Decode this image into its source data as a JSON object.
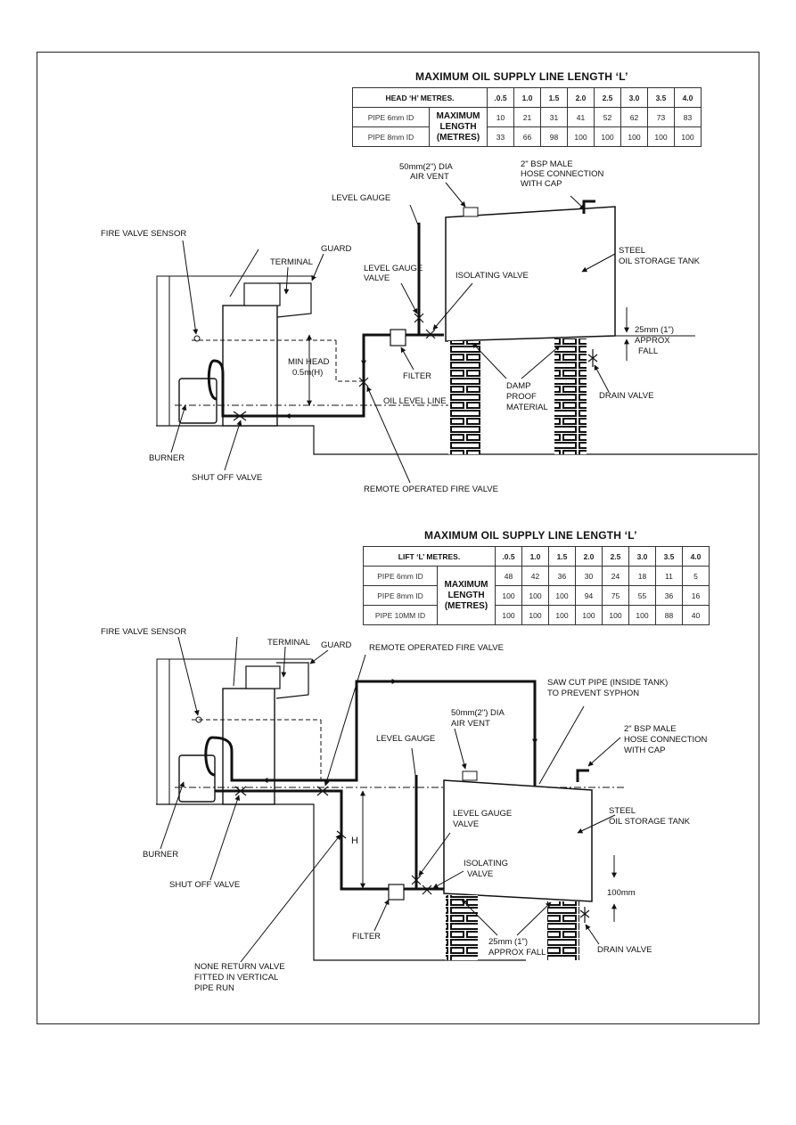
{
  "top": {
    "title": "MAXIMUM OIL SUPPLY LINE LENGTH  ‘L’",
    "table": {
      "header": "HEAD ‘H’ METRES.",
      "cols": [
        ".0.5",
        "1.0",
        "1.5",
        "2.0",
        "2.5",
        "3.0",
        "3.5",
        "4.0"
      ],
      "merged": [
        "MAXIMUM",
        "LENGTH",
        "(METRES)"
      ],
      "rows": [
        {
          "label": "PIPE 6mm ID",
          "values": [
            "10",
            "21",
            "31",
            "41",
            "52",
            "62",
            "73",
            "83"
          ]
        },
        {
          "label": "PIPE 8mm ID",
          "values": [
            "33",
            "66",
            "98",
            "100",
            "100",
            "100",
            "100",
            "100"
          ]
        }
      ]
    },
    "labels": {
      "air_vent": [
        "50mm(2\") DIA",
        "AIR VENT"
      ],
      "hose": [
        "2\" BSP MALE",
        "HOSE CONNECTION",
        "WITH CAP"
      ],
      "level_gauge": "LEVEL GAUGE",
      "fire_valve_sensor": "FIRE VALVE SENSOR",
      "guard": "GUARD",
      "terminal": "TERMINAL",
      "steel_tank": [
        "STEEL",
        "OIL STORAGE TANK"
      ],
      "level_gauge_valve": [
        "LEVEL GAUGE",
        "VALVE"
      ],
      "isolating_valve": "ISOLATING VALVE",
      "fall": [
        "25mm (1\")",
        "APPROX",
        "FALL"
      ],
      "min_head": [
        "MIN HEAD",
        "0.5m(H)"
      ],
      "filter": "FILTER",
      "damp_proof": [
        "DAMP",
        "PROOF",
        "MATERIAL"
      ],
      "drain_valve": "DRAIN VALVE",
      "oil_level_line": "OIL LEVEL LINE",
      "burner": "BURNER",
      "shut_off_valve": "SHUT OFF VALVE",
      "remote_fire_valve": "REMOTE OPERATED FIRE VALVE"
    }
  },
  "bottom": {
    "title": "MAXIMUM OIL SUPPLY LINE LENGTH  ‘L’",
    "table": {
      "header": "LIFT ‘L’ METRES.",
      "cols": [
        ".0.5",
        "1.0",
        "1.5",
        "2.0",
        "2.5",
        "3.0",
        "3.5",
        "4.0"
      ],
      "merged": [
        "MAXIMUM",
        "LENGTH",
        "(METRES)"
      ],
      "rows": [
        {
          "label": "PIPE 6mm ID",
          "values": [
            "48",
            "42",
            "36",
            "30",
            "24",
            "18",
            "11",
            "5"
          ]
        },
        {
          "label": "PIPE 8mm ID",
          "values": [
            "100",
            "100",
            "100",
            "94",
            "75",
            "55",
            "36",
            "16"
          ]
        },
        {
          "label": "PIPE 10MM ID",
          "values": [
            "100",
            "100",
            "100",
            "100",
            "100",
            "100",
            "88",
            "40"
          ]
        }
      ]
    },
    "labels": {
      "fire_valve_sensor": "FIRE VALVE SENSOR",
      "terminal": "TERMINAL",
      "guard": "GUARD",
      "remote_fire_valve": "REMOTE OPERATED FIRE VALVE",
      "saw_cut": [
        "SAW CUT PIPE (INSIDE TANK)",
        "TO PREVENT SYPHON"
      ],
      "air_vent": [
        "50mm(2\") DIA",
        "AIR VENT"
      ],
      "hose": [
        "2\" BSP MALE",
        "HOSE CONNECTION",
        "WITH CAP"
      ],
      "level_gauge": "LEVEL GAUGE",
      "steel_tank": [
        "STEEL",
        "OIL STORAGE TANK"
      ],
      "level_gauge_valve": [
        "LEVEL GAUGE",
        "VALVE"
      ],
      "h": "H",
      "isolating_valve": [
        "ISOLATING",
        "VALVE"
      ],
      "burner": "BURNER",
      "shut_off_valve": "SHUT OFF VALVE",
      "height_100": "100mm",
      "filter": "FILTER",
      "fall": [
        "25mm (1\")",
        "APPROX FALL"
      ],
      "drain_valve": "DRAIN VALVE",
      "nrv": [
        "NONE RETURN VALVE",
        "FITTED IN VERTICAL",
        "PIPE RUN"
      ]
    }
  }
}
